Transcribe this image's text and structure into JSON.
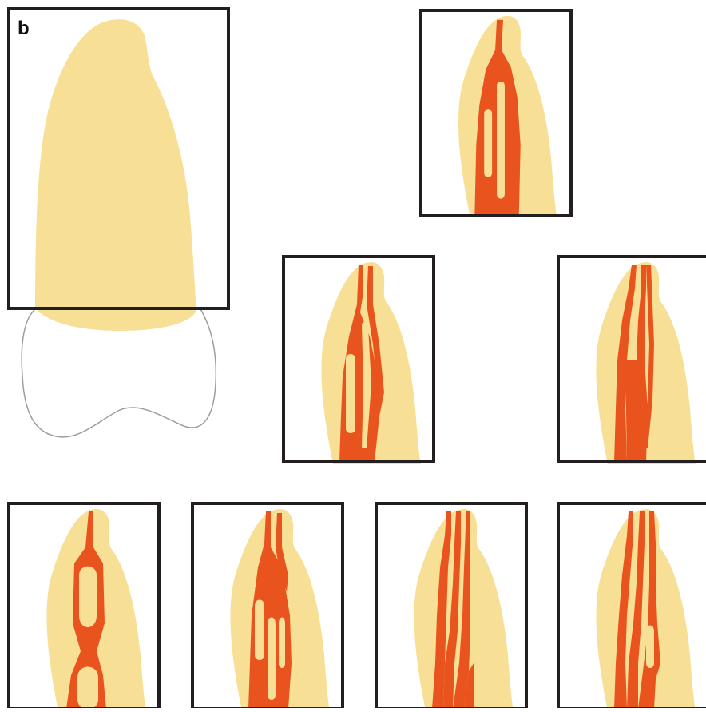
{
  "figure": {
    "panel_label": "b",
    "colors": {
      "root_fill": "#f7e096",
      "canal_fill": "#e8531e",
      "frame_stroke": "#231f20",
      "crown_outline": "#9d9d9d",
      "background": "#ffffff"
    },
    "canal_panels": [
      {
        "id": "panel-1",
        "description_key": "canal-config-1"
      },
      {
        "id": "panel-2",
        "description_key": "canal-config-2"
      },
      {
        "id": "panel-3",
        "description_key": "canal-config-3"
      },
      {
        "id": "panel-4",
        "description_key": "canal-config-4"
      },
      {
        "id": "panel-5",
        "description_key": "canal-config-5"
      },
      {
        "id": "panel-6",
        "description_key": "canal-config-6"
      },
      {
        "id": "panel-7",
        "description_key": "canal-config-7"
      }
    ]
  }
}
